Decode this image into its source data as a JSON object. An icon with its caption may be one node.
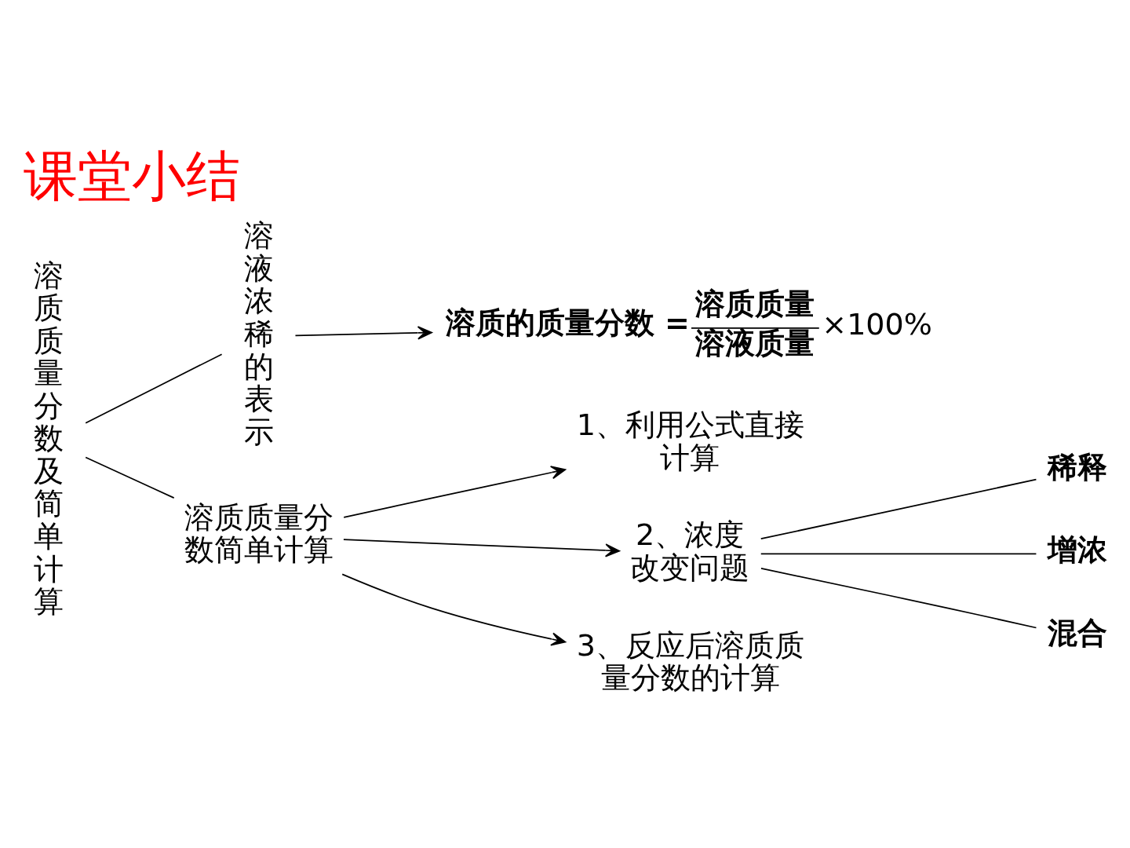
{
  "diagram": {
    "title": "课堂小结",
    "nodes": [
      {
        "text": [
          "溶质质量分数及简单计算"
        ]
      },
      {
        "text": [
          "溶液浓稀的表示"
        ]
      },
      {
        "text": [
          "溶质质量分数简单计算"
        ]
      },
      {
        "text": [
          "溶质的质量分数 =",
          "溶质质量",
          "溶液质量",
          "×100%"
        ]
      },
      {
        "text": [
          "1、利用公式直接计算"
        ]
      },
      {
        "text": [
          "2、浓度改变问题"
        ]
      },
      {
        "text": [
          "稀释"
        ]
      },
      {
        "text": [
          "增浓"
        ]
      },
      {
        "text": [
          "混合"
        ]
      },
      {
        "text": [
          "3、反应后溶质质量分数的计算"
        ]
      }
    ],
    "edges": [
      {
        "from": 0,
        "to": 1,
        "arrow": "none"
      },
      {
        "from": 0,
        "to": 2,
        "arrow": "none"
      },
      {
        "from": 1,
        "to": 3,
        "arrow": "to"
      },
      {
        "from": 2,
        "to": 4,
        "arrow": "to"
      },
      {
        "from": 2,
        "to": 5,
        "arrow": "to"
      },
      {
        "from": 2,
        "to": 9,
        "arrow": "to"
      },
      {
        "from": 5,
        "to": 6,
        "arrow": "none"
      },
      {
        "from": 5,
        "to": 7,
        "arrow": "none"
      },
      {
        "from": 5,
        "to": 8,
        "arrow": "none"
      }
    ]
  }
}
